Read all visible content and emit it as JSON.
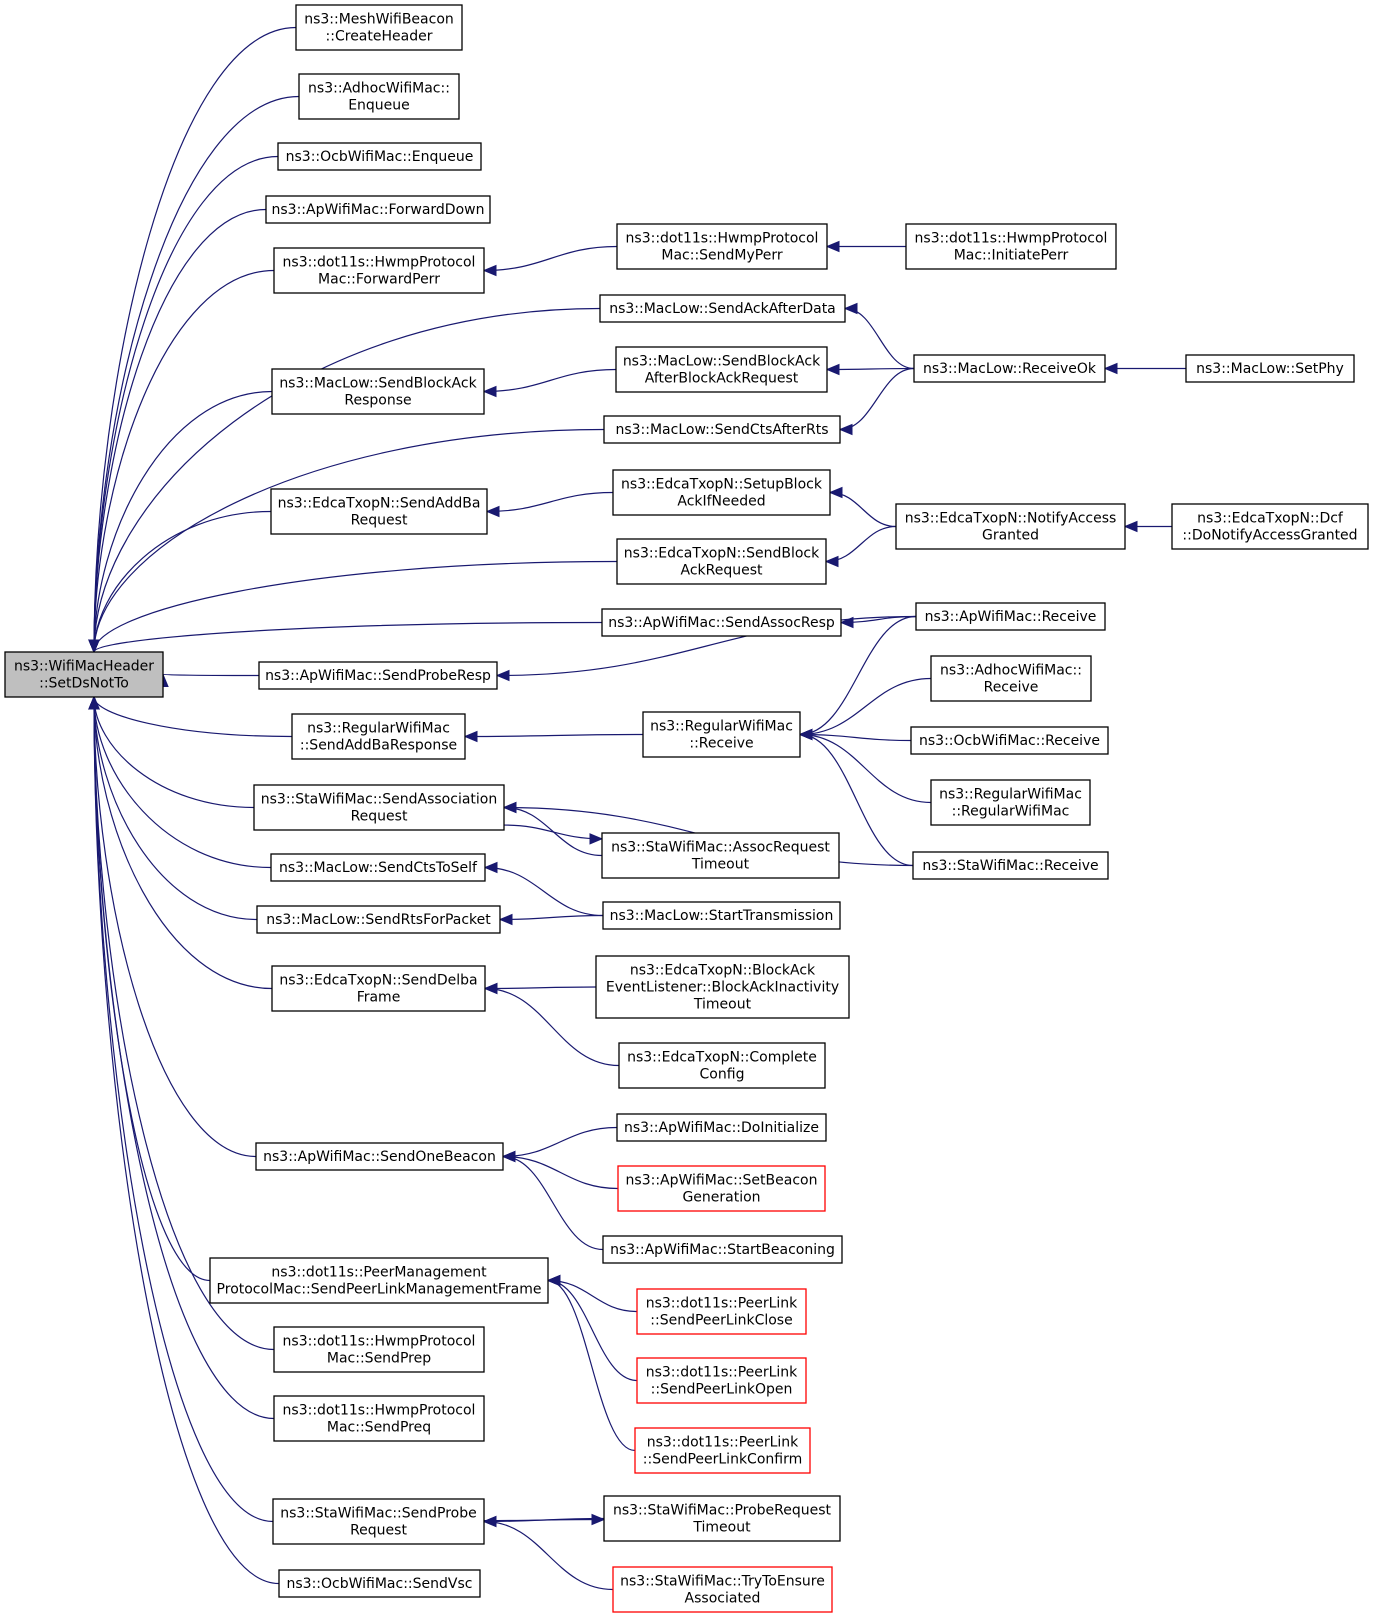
{
  "nodes": [
    {
      "id": "root",
      "lines": [
        "ns3::WifiMacHeader",
        "::SetDsNotTo"
      ],
      "style": "root"
    },
    {
      "id": "mesh_beacon",
      "lines": [
        "ns3::MeshWifiBeacon",
        "::CreateHeader"
      ],
      "style": "normal"
    },
    {
      "id": "adhoc_enqueue",
      "lines": [
        "ns3::AdhocWifiMac::",
        "Enqueue"
      ],
      "style": "normal"
    },
    {
      "id": "ocb_enqueue",
      "lines": [
        "ns3::OcbWifiMac::Enqueue"
      ],
      "style": "normal"
    },
    {
      "id": "ap_forwarddown",
      "lines": [
        "ns3::ApWifiMac::ForwardDown"
      ],
      "style": "normal"
    },
    {
      "id": "hwmp_forwardperr",
      "lines": [
        "ns3::dot11s::HwmpProtocol",
        "Mac::ForwardPerr"
      ],
      "style": "normal"
    },
    {
      "id": "hwmp_sendmyperr",
      "lines": [
        "ns3::dot11s::HwmpProtocol",
        "Mac::SendMyPerr"
      ],
      "style": "normal"
    },
    {
      "id": "hwmp_initiateperr",
      "lines": [
        "ns3::dot11s::HwmpProtocol",
        "Mac::InitiatePerr"
      ],
      "style": "normal"
    },
    {
      "id": "maclow_sendackafterdata",
      "lines": [
        "ns3::MacLow::SendAckAfterData"
      ],
      "style": "normal"
    },
    {
      "id": "maclow_sendblockackresponse",
      "lines": [
        "ns3::MacLow::SendBlockAck",
        "Response"
      ],
      "style": "normal"
    },
    {
      "id": "maclow_sendblockackafter",
      "lines": [
        "ns3::MacLow::SendBlockAck",
        "AfterBlockAckRequest"
      ],
      "style": "normal"
    },
    {
      "id": "maclow_receiveok",
      "lines": [
        "ns3::MacLow::ReceiveOk"
      ],
      "style": "normal"
    },
    {
      "id": "maclow_setphy",
      "lines": [
        "ns3::MacLow::SetPhy"
      ],
      "style": "normal"
    },
    {
      "id": "maclow_sendctsafterrts",
      "lines": [
        "ns3::MacLow::SendCtsAfterRts"
      ],
      "style": "normal"
    },
    {
      "id": "edca_sendaddba",
      "lines": [
        "ns3::EdcaTxopN::SendAddBa",
        "Request"
      ],
      "style": "normal"
    },
    {
      "id": "edca_setupblockack",
      "lines": [
        "ns3::EdcaTxopN::SetupBlock",
        "AckIfNeeded"
      ],
      "style": "normal"
    },
    {
      "id": "edca_notifyaccess",
      "lines": [
        "ns3::EdcaTxopN::NotifyAccess",
        "Granted"
      ],
      "style": "normal"
    },
    {
      "id": "edca_dcf",
      "lines": [
        "ns3::EdcaTxopN::Dcf",
        "::DoNotifyAccessGranted"
      ],
      "style": "normal"
    },
    {
      "id": "edca_sendblockackreq",
      "lines": [
        "ns3::EdcaTxopN::SendBlock",
        "AckRequest"
      ],
      "style": "normal"
    },
    {
      "id": "ap_sendassocresp",
      "lines": [
        "ns3::ApWifiMac::SendAssocResp"
      ],
      "style": "normal"
    },
    {
      "id": "ap_receive",
      "lines": [
        "ns3::ApWifiMac::Receive"
      ],
      "style": "normal"
    },
    {
      "id": "ap_sendproberesp",
      "lines": [
        "ns3::ApWifiMac::SendProbeResp"
      ],
      "style": "normal"
    },
    {
      "id": "adhoc_receive",
      "lines": [
        "ns3::AdhocWifiMac::",
        "Receive"
      ],
      "style": "normal"
    },
    {
      "id": "regular_sendaddbaresp",
      "lines": [
        "ns3::RegularWifiMac",
        "::SendAddBaResponse"
      ],
      "style": "normal"
    },
    {
      "id": "regular_receive",
      "lines": [
        "ns3::RegularWifiMac",
        "::Receive"
      ],
      "style": "normal"
    },
    {
      "id": "ocb_receive",
      "lines": [
        "ns3::OcbWifiMac::Receive"
      ],
      "style": "normal"
    },
    {
      "id": "regular_regular",
      "lines": [
        "ns3::RegularWifiMac",
        "::RegularWifiMac"
      ],
      "style": "normal"
    },
    {
      "id": "sta_sendassocreq",
      "lines": [
        "ns3::StaWifiMac::SendAssociation",
        "Request"
      ],
      "style": "normal"
    },
    {
      "id": "sta_assocreqtimeout",
      "lines": [
        "ns3::StaWifiMac::AssocRequest",
        "Timeout"
      ],
      "style": "normal"
    },
    {
      "id": "sta_receive",
      "lines": [
        "ns3::StaWifiMac::Receive"
      ],
      "style": "normal"
    },
    {
      "id": "maclow_sendctstoself",
      "lines": [
        "ns3::MacLow::SendCtsToSelf"
      ],
      "style": "normal"
    },
    {
      "id": "maclow_sendrtsforpacket",
      "lines": [
        "ns3::MacLow::SendRtsForPacket"
      ],
      "style": "normal"
    },
    {
      "id": "maclow_starttransmission",
      "lines": [
        "ns3::MacLow::StartTransmission"
      ],
      "style": "normal"
    },
    {
      "id": "edca_senddelba",
      "lines": [
        "ns3::EdcaTxopN::SendDelba",
        "Frame"
      ],
      "style": "normal"
    },
    {
      "id": "edca_blockackinactivity",
      "lines": [
        "ns3::EdcaTxopN::BlockAck",
        "EventListener::BlockAckInactivity",
        "Timeout"
      ],
      "style": "normal"
    },
    {
      "id": "edca_completeconfig",
      "lines": [
        "ns3::EdcaTxopN::Complete",
        "Config"
      ],
      "style": "normal"
    },
    {
      "id": "ap_sendonebeacon",
      "lines": [
        "ns3::ApWifiMac::SendOneBeacon"
      ],
      "style": "normal"
    },
    {
      "id": "ap_doinitialize",
      "lines": [
        "ns3::ApWifiMac::DoInitialize"
      ],
      "style": "normal"
    },
    {
      "id": "ap_setbeacongen",
      "lines": [
        "ns3::ApWifiMac::SetBeacon",
        "Generation"
      ],
      "style": "red"
    },
    {
      "id": "ap_startbeaconing",
      "lines": [
        "ns3::ApWifiMac::StartBeaconing"
      ],
      "style": "normal"
    },
    {
      "id": "peermgmt_sendframe",
      "lines": [
        "ns3::dot11s::PeerManagement",
        "ProtocolMac::SendPeerLinkManagementFrame"
      ],
      "style": "normal"
    },
    {
      "id": "peerlink_close",
      "lines": [
        "ns3::dot11s::PeerLink",
        "::SendPeerLinkClose"
      ],
      "style": "red"
    },
    {
      "id": "peerlink_open",
      "lines": [
        "ns3::dot11s::PeerLink",
        "::SendPeerLinkOpen"
      ],
      "style": "red"
    },
    {
      "id": "peerlink_confirm",
      "lines": [
        "ns3::dot11s::PeerLink",
        "::SendPeerLinkConfirm"
      ],
      "style": "red"
    },
    {
      "id": "hwmp_sendprep",
      "lines": [
        "ns3::dot11s::HwmpProtocol",
        "Mac::SendPrep"
      ],
      "style": "normal"
    },
    {
      "id": "hwmp_sendpreq",
      "lines": [
        "ns3::dot11s::HwmpProtocol",
        "Mac::SendPreq"
      ],
      "style": "normal"
    },
    {
      "id": "sta_sendprobereq",
      "lines": [
        "ns3::StaWifiMac::SendProbe",
        "Request"
      ],
      "style": "normal"
    },
    {
      "id": "sta_probereqtimeout",
      "lines": [
        "ns3::StaWifiMac::ProbeRequest",
        "Timeout"
      ],
      "style": "normal"
    },
    {
      "id": "sta_trytoensure",
      "lines": [
        "ns3::StaWifiMac::TryToEnsure",
        "Associated"
      ],
      "style": "red"
    },
    {
      "id": "ocb_sendvsc",
      "lines": [
        "ns3::OcbWifiMac::SendVsc"
      ],
      "style": "normal"
    }
  ],
  "edges": [
    {
      "from": "mesh_beacon",
      "to": "root"
    },
    {
      "from": "adhoc_enqueue",
      "to": "root"
    },
    {
      "from": "ocb_enqueue",
      "to": "root"
    },
    {
      "from": "ap_forwarddown",
      "to": "root"
    },
    {
      "from": "hwmp_forwardperr",
      "to": "root"
    },
    {
      "from": "maclow_sendackafterdata",
      "to": "root"
    },
    {
      "from": "maclow_sendblockackresponse",
      "to": "root"
    },
    {
      "from": "maclow_sendctsafterrts",
      "to": "root"
    },
    {
      "from": "edca_sendaddba",
      "to": "root"
    },
    {
      "from": "edca_sendblockackreq",
      "to": "root"
    },
    {
      "from": "ap_sendassocresp",
      "to": "root"
    },
    {
      "from": "ap_sendproberesp",
      "to": "root"
    },
    {
      "from": "regular_sendaddbaresp",
      "to": "root"
    },
    {
      "from": "sta_sendassocreq",
      "to": "root"
    },
    {
      "from": "maclow_sendctstoself",
      "to": "root"
    },
    {
      "from": "maclow_sendrtsforpacket",
      "to": "root"
    },
    {
      "from": "edca_senddelba",
      "to": "root"
    },
    {
      "from": "ap_sendonebeacon",
      "to": "root"
    },
    {
      "from": "peermgmt_sendframe",
      "to": "root"
    },
    {
      "from": "hwmp_sendprep",
      "to": "root"
    },
    {
      "from": "hwmp_sendpreq",
      "to": "root"
    },
    {
      "from": "sta_sendprobereq",
      "to": "root"
    },
    {
      "from": "ocb_sendvsc",
      "to": "root"
    },
    {
      "from": "hwmp_sendmyperr",
      "to": "hwmp_forwardperr"
    },
    {
      "from": "hwmp_initiateperr",
      "to": "hwmp_sendmyperr"
    },
    {
      "from": "maclow_receiveok",
      "to": "maclow_sendackafterdata"
    },
    {
      "from": "maclow_sendblockackafter",
      "to": "maclow_sendblockackresponse"
    },
    {
      "from": "maclow_receiveok",
      "to": "maclow_sendblockackafter"
    },
    {
      "from": "maclow_receiveok",
      "to": "maclow_sendctsafterrts"
    },
    {
      "from": "maclow_setphy",
      "to": "maclow_receiveok"
    },
    {
      "from": "edca_setupblockack",
      "to": "edca_sendaddba"
    },
    {
      "from": "edca_notifyaccess",
      "to": "edca_setupblockack"
    },
    {
      "from": "edca_notifyaccess",
      "to": "edca_sendblockackreq"
    },
    {
      "from": "edca_dcf",
      "to": "edca_notifyaccess"
    },
    {
      "from": "ap_receive",
      "to": "ap_sendassocresp"
    },
    {
      "from": "ap_receive",
      "to": "ap_sendproberesp"
    },
    {
      "from": "regular_receive",
      "to": "regular_sendaddbaresp"
    },
    {
      "from": "ap_receive",
      "to": "regular_receive"
    },
    {
      "from": "adhoc_receive",
      "to": "regular_receive"
    },
    {
      "from": "ocb_receive",
      "to": "regular_receive"
    },
    {
      "from": "regular_regular",
      "to": "regular_receive"
    },
    {
      "from": "sta_receive",
      "to": "regular_receive"
    },
    {
      "from": "sta_receive",
      "to": "sta_sendassocreq"
    },
    {
      "from": "sta_assocreqtimeout",
      "to": "sta_sendassocreq"
    },
    {
      "from": "sta_sendassocreq",
      "to": "sta_assocreqtimeout"
    },
    {
      "from": "maclow_starttransmission",
      "to": "maclow_sendctstoself"
    },
    {
      "from": "maclow_starttransmission",
      "to": "maclow_sendrtsforpacket"
    },
    {
      "from": "edca_blockackinactivity",
      "to": "edca_senddelba"
    },
    {
      "from": "edca_completeconfig",
      "to": "edca_senddelba"
    },
    {
      "from": "ap_doinitialize",
      "to": "ap_sendonebeacon"
    },
    {
      "from": "ap_setbeacongen",
      "to": "ap_sendonebeacon"
    },
    {
      "from": "ap_startbeaconing",
      "to": "ap_sendonebeacon"
    },
    {
      "from": "peerlink_close",
      "to": "peermgmt_sendframe"
    },
    {
      "from": "peerlink_open",
      "to": "peermgmt_sendframe"
    },
    {
      "from": "peerlink_confirm",
      "to": "peermgmt_sendframe"
    },
    {
      "from": "sta_probereqtimeout",
      "to": "sta_sendprobereq"
    },
    {
      "from": "sta_sendprobereq",
      "to": "sta_probereqtimeout"
    },
    {
      "from": "sta_trytoensure",
      "to": "sta_sendprobereq"
    }
  ],
  "colors": {
    "edge": "#191970",
    "root_fill": "#bfbfbf",
    "red_border": "#ff0000",
    "border": "#000000"
  }
}
